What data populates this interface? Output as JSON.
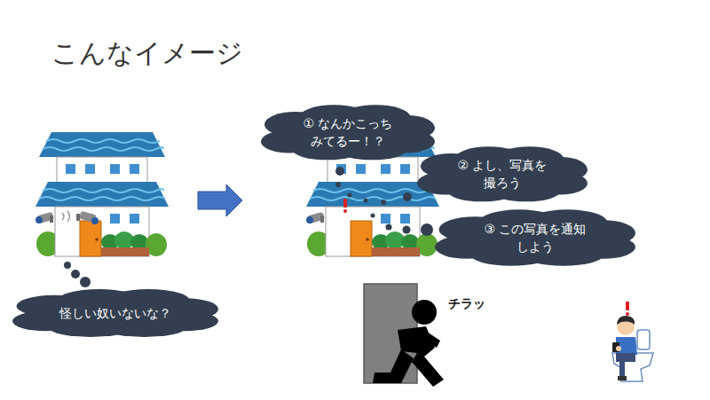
{
  "diagram": {
    "title": "こんなイメージ",
    "nodes": [
      {
        "text": [
          "① なんかこっち みてるー！？"
        ]
      },
      {
        "text": [
          "② よし、写真を 撮ろう"
        ]
      },
      {
        "text": [
          "③ この写真を通知 しよう"
        ]
      },
      {
        "text": [
          "怪しい奴いないな？"
        ]
      }
    ],
    "labels": [
      "チラッ"
    ]
  }
}
